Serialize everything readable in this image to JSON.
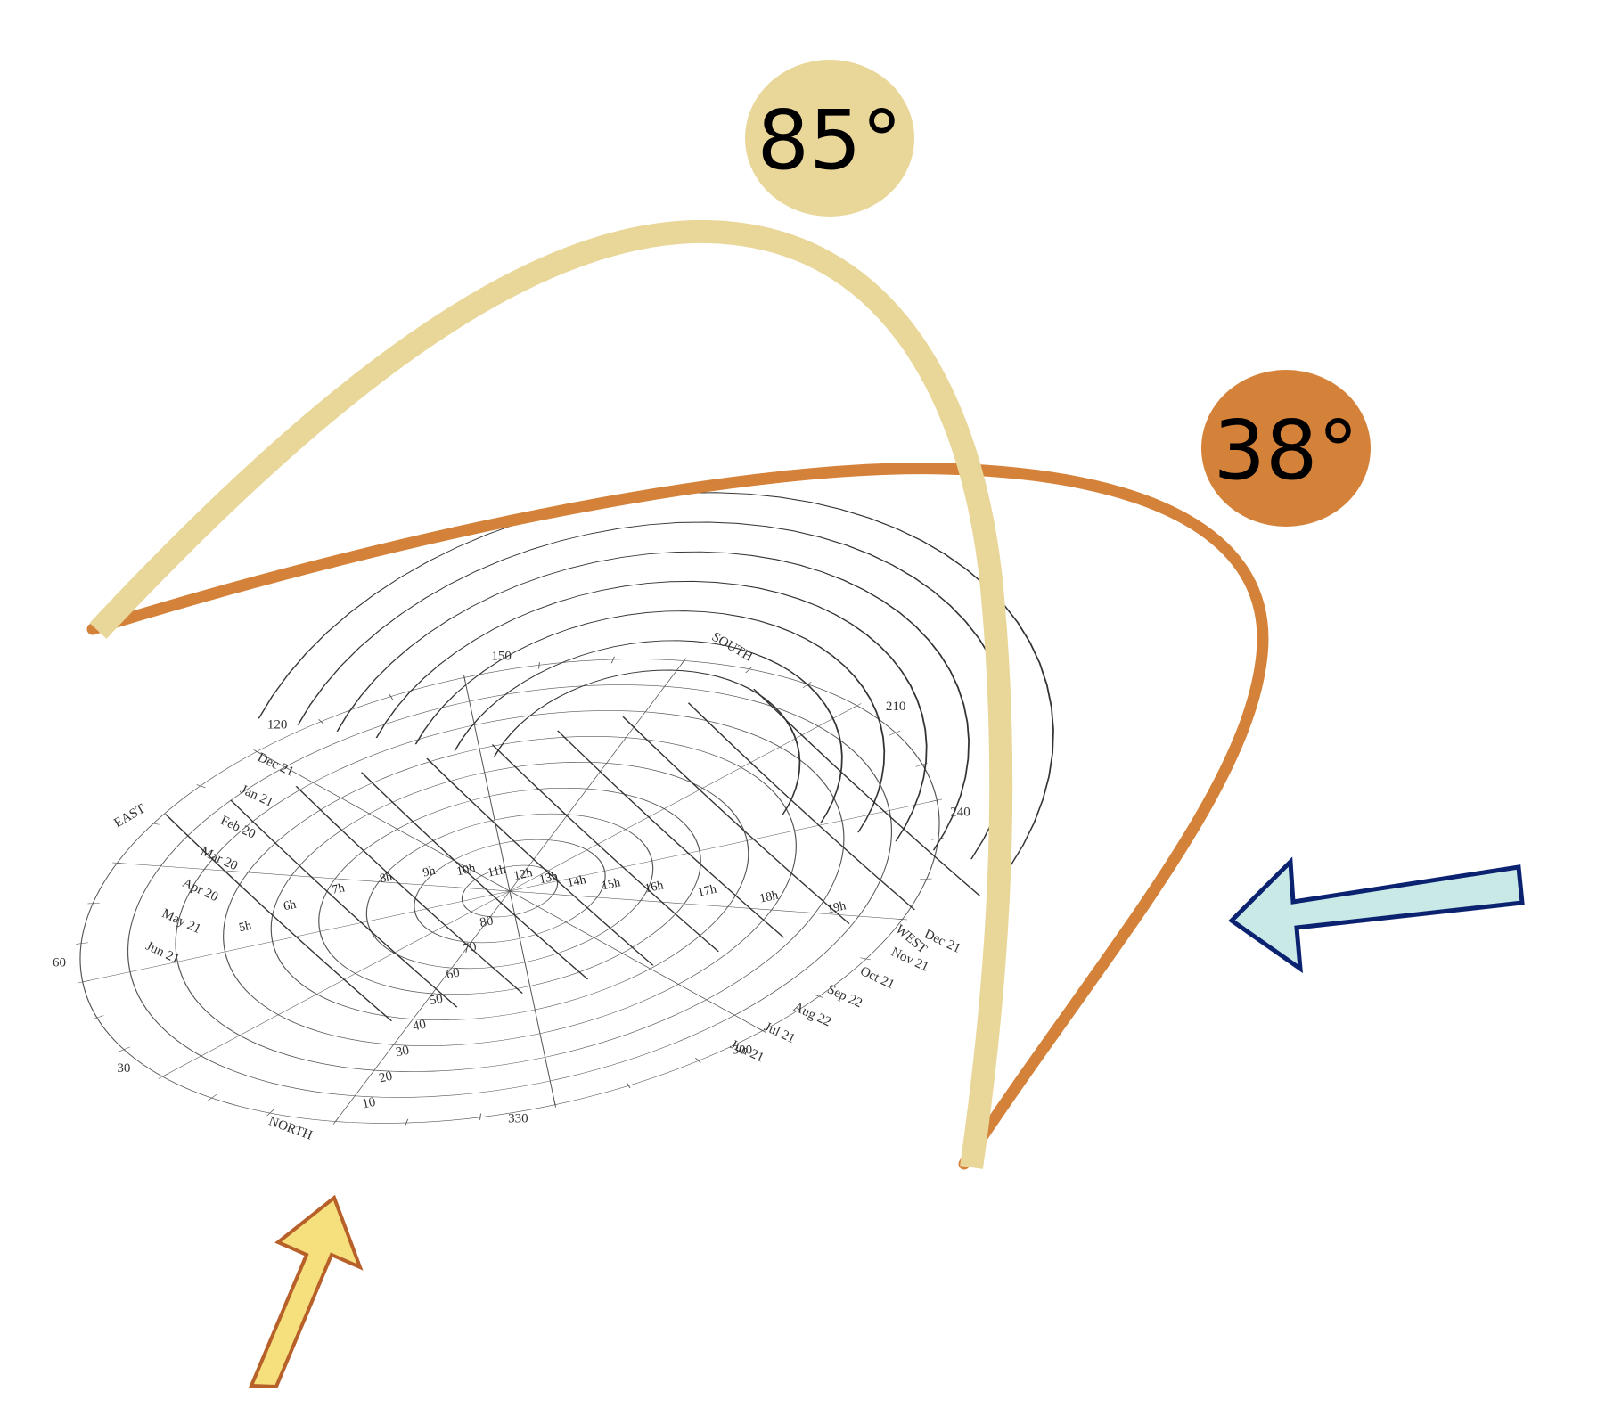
{
  "badges": {
    "high": "85°",
    "low": "38°"
  },
  "colors": {
    "high_arc": "#e9d699",
    "low_arc": "#d4823a",
    "high_badge": "#e9d699",
    "low_badge": "#d4823a",
    "arrow_yellow_fill": "#f5e07d",
    "arrow_yellow_stroke": "#b8602a",
    "arrow_blue_fill": "#c8e9e6",
    "arrow_blue_stroke": "#0b2270"
  },
  "sunpath": {
    "azimuth_labels": [
      "120",
      "150",
      "210",
      "240",
      "300",
      "330",
      "30",
      "60"
    ],
    "cardinal": {
      "north": "NORTH",
      "east": "EAST",
      "south": "SOUTH",
      "west": "WEST"
    },
    "altitude_labels": [
      "10",
      "20",
      "30",
      "40",
      "50",
      "60",
      "70",
      "80"
    ],
    "hour_labels": [
      "5h",
      "6h",
      "7h",
      "8h",
      "9h",
      "10h",
      "11h",
      "12h",
      "13h",
      "14h",
      "15h",
      "16h",
      "17h",
      "18h",
      "19h"
    ],
    "date_labels_left": [
      "Dec 21",
      "Jan 21",
      "Feb 20",
      "Mar 20",
      "Apr 20",
      "May 21",
      "Jun 21"
    ],
    "date_labels_right": [
      "Dec 21",
      "Nov 21",
      "Oct 21",
      "Sep 22",
      "Aug 22",
      "Jul 21",
      "Jun 21"
    ]
  },
  "icons": {
    "north_arrow": "up-arrow-icon",
    "west_arrow": "left-arrow-icon"
  }
}
